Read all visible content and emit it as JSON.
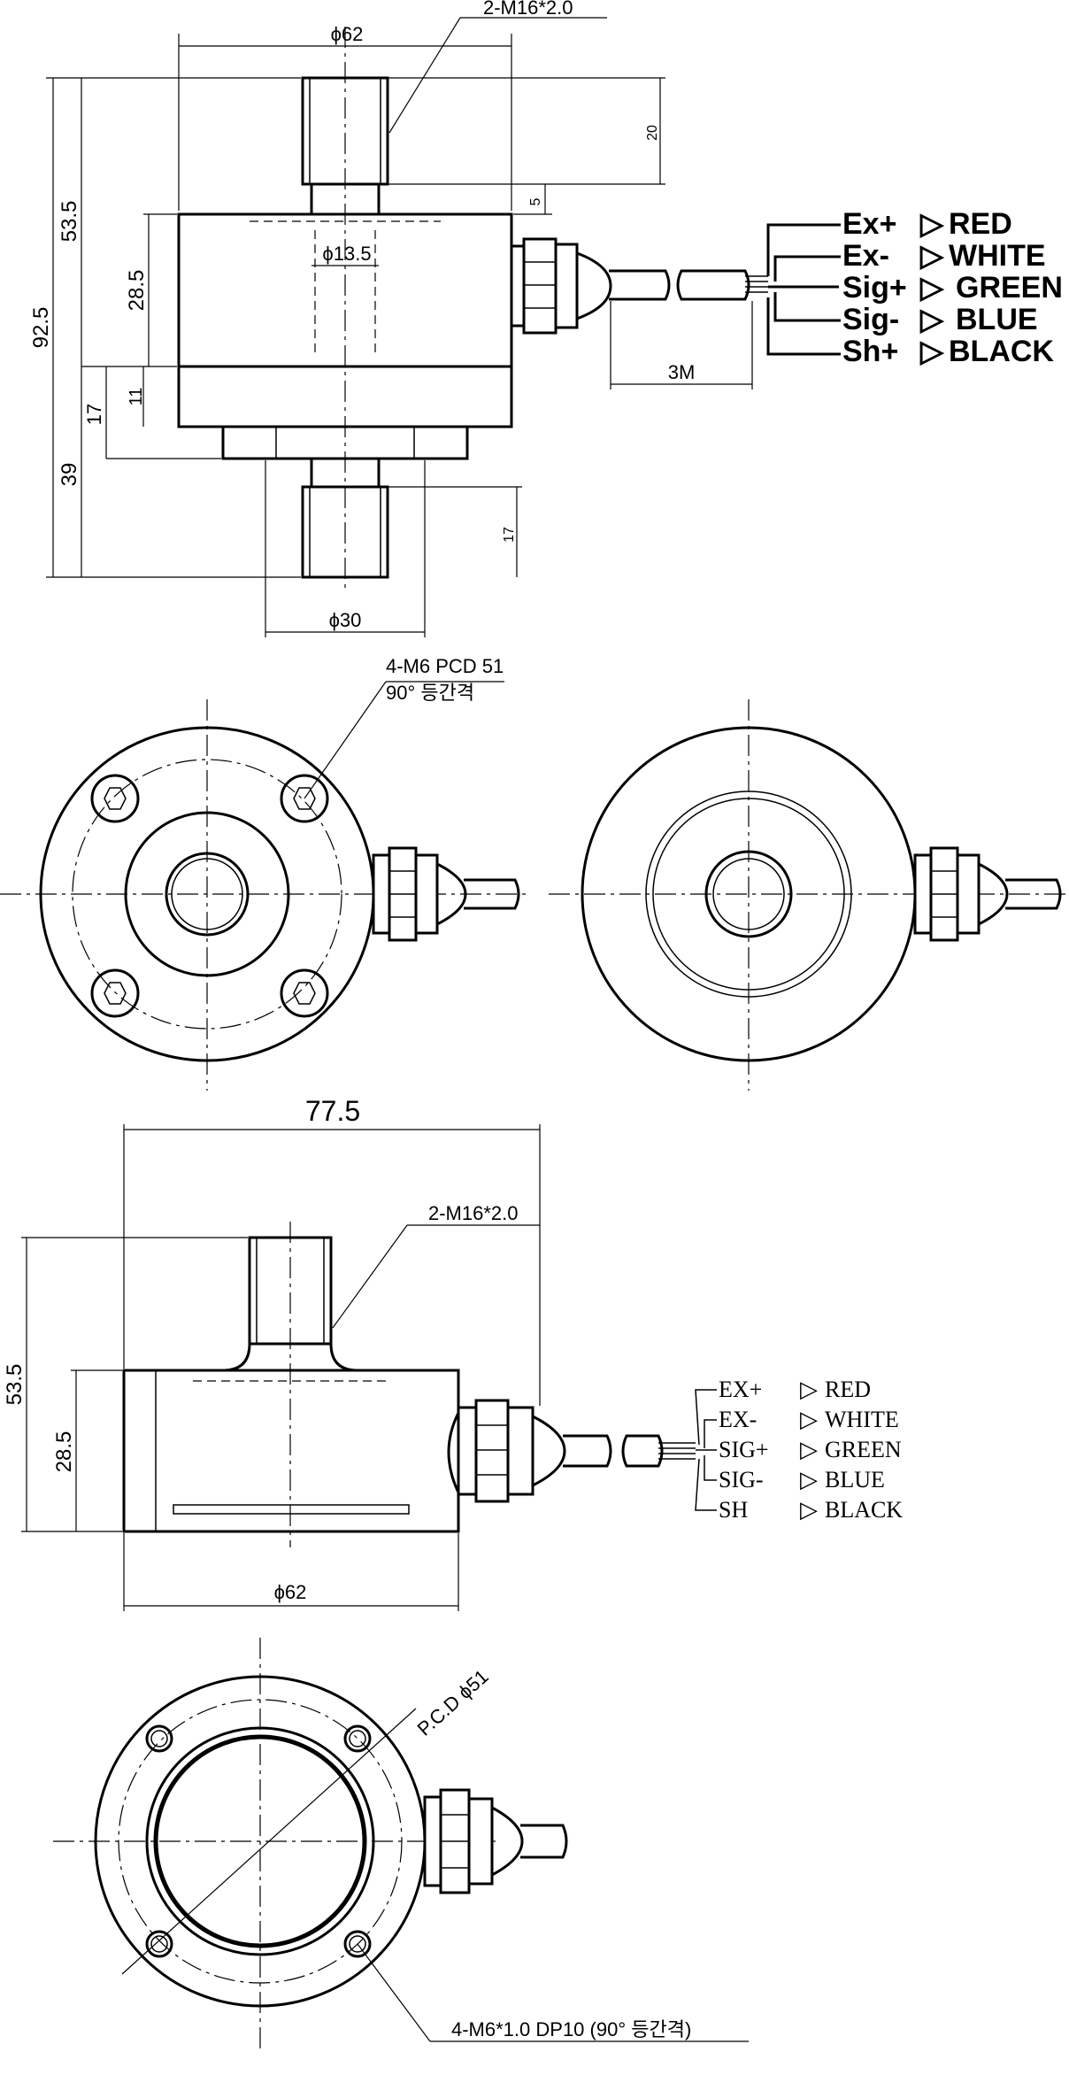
{
  "view1": {
    "thread_label": "2-M16*2.0",
    "phi62": "ϕ62",
    "phi13_5": "ϕ13.5",
    "phi30": "ϕ30",
    "d92_5": "92.5",
    "d53_5": "53.5",
    "d28_5": "28.5",
    "d17_left": "17",
    "d11": "11",
    "d39": "39",
    "d20": "20",
    "d5": "5",
    "d17_right": "17",
    "cable_len": "3M",
    "wires": [
      {
        "signal": "Ex+",
        "color": "RED"
      },
      {
        "signal": "Ex-",
        "color": "WHITE"
      },
      {
        "signal": "Sig+",
        "color": "GREEN"
      },
      {
        "signal": "Sig-",
        "color": "BLUE"
      },
      {
        "signal": "Sh+",
        "color": "BLACK"
      }
    ]
  },
  "view2": {
    "note_line1": "4-M6 PCD 51",
    "note_line2": "90° 등간격"
  },
  "view4": {
    "d77_5": "77.5",
    "thread_label": "2-M16*2.0",
    "d53_5": "53.5",
    "d28_5": "28.5",
    "phi62": "ϕ62",
    "wires": [
      {
        "signal": "EX+",
        "color": "RED"
      },
      {
        "signal": "EX-",
        "color": "WHITE"
      },
      {
        "signal": "SIG+",
        "color": "GREEN"
      },
      {
        "signal": "SIG-",
        "color": "BLUE"
      },
      {
        "signal": "SH",
        "color": "BLACK"
      }
    ]
  },
  "view5": {
    "pcd_label": "P.C.D ϕ51",
    "note": "4-M6*1.0 DP10 (90° 등간격)"
  }
}
